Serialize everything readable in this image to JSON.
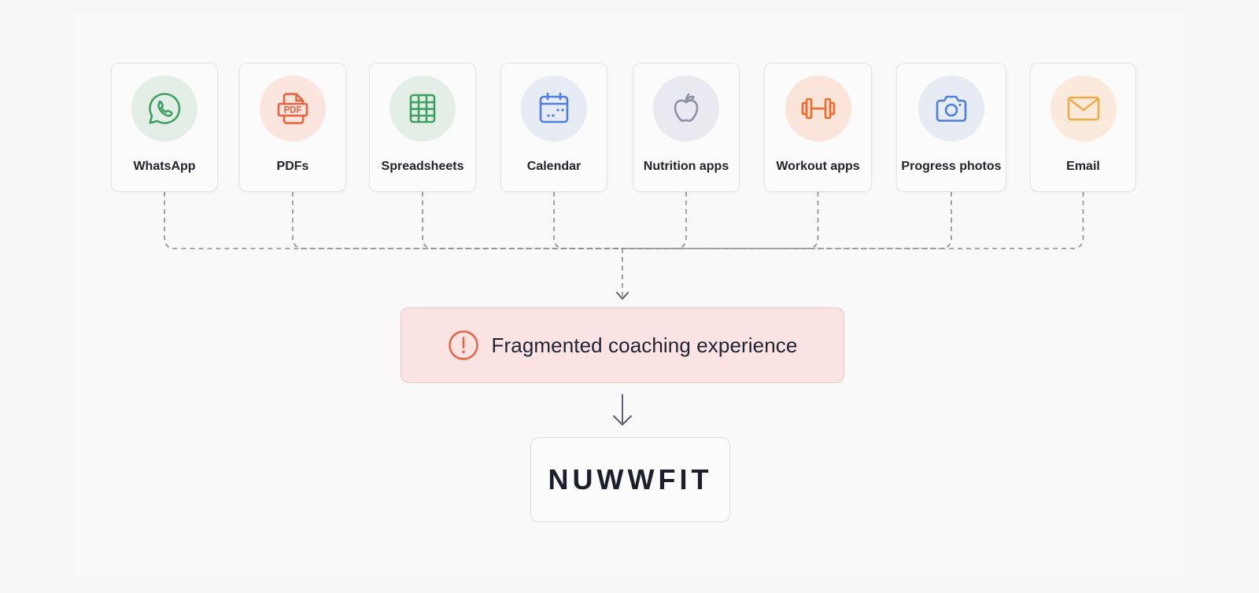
{
  "sources": [
    {
      "label": "WhatsApp",
      "icon": "whatsapp-icon",
      "color": "#3f9f63",
      "bg": "#e3efe6"
    },
    {
      "label": "PDFs",
      "icon": "pdf-icon",
      "color": "#e8613c",
      "bg": "#fbe5de"
    },
    {
      "label": "Spreadsheets",
      "icon": "spreadsheet-icon",
      "color": "#3f9f63",
      "bg": "#e3efe6"
    },
    {
      "label": "Calendar",
      "icon": "calendar-icon",
      "color": "#4d7fdb",
      "bg": "#e7ebf4"
    },
    {
      "label": "Nutrition apps",
      "icon": "apple-icon",
      "color": "#8c91a6",
      "bg": "#e9eaf1"
    },
    {
      "label": "Workout apps",
      "icon": "dumbbell-icon",
      "color": "#f06a2a",
      "bg": "#fbe5da"
    },
    {
      "label": "Progress photos",
      "icon": "camera-icon",
      "color": "#4d7fdb",
      "bg": "#e7ebf4"
    },
    {
      "label": "Email",
      "icon": "mail-icon",
      "color": "#f1aa4a",
      "bg": "#fbeadb"
    }
  ],
  "problem": {
    "text": "Fragmented coaching experience",
    "icon": "alert-circle-icon",
    "icon_color": "#e8613c",
    "bg": "#fbe3e4"
  },
  "brand": {
    "name": "NUWWFIT"
  },
  "colors": {
    "connector": "#8a8c99",
    "arrow": "#5c5f6c"
  }
}
